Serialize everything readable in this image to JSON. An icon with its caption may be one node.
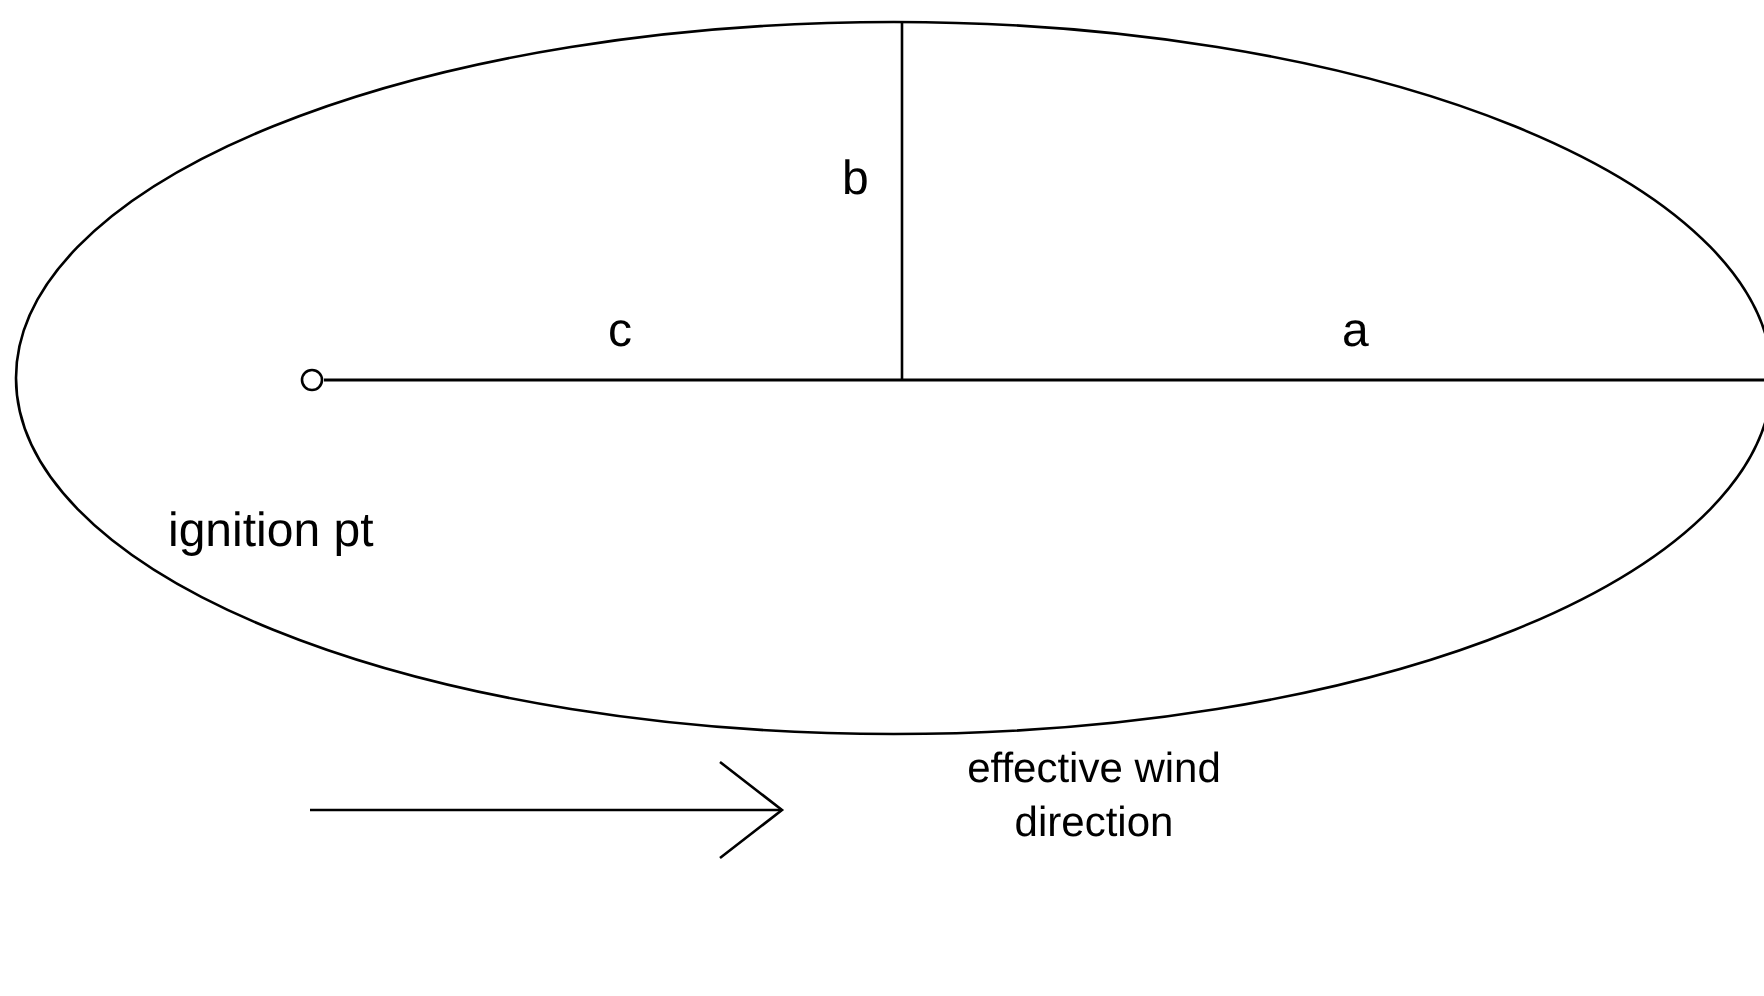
{
  "diagram": {
    "labels": [
      "b",
      "c",
      "a",
      "ignition pt",
      "effective wind direction"
    ]
  }
}
